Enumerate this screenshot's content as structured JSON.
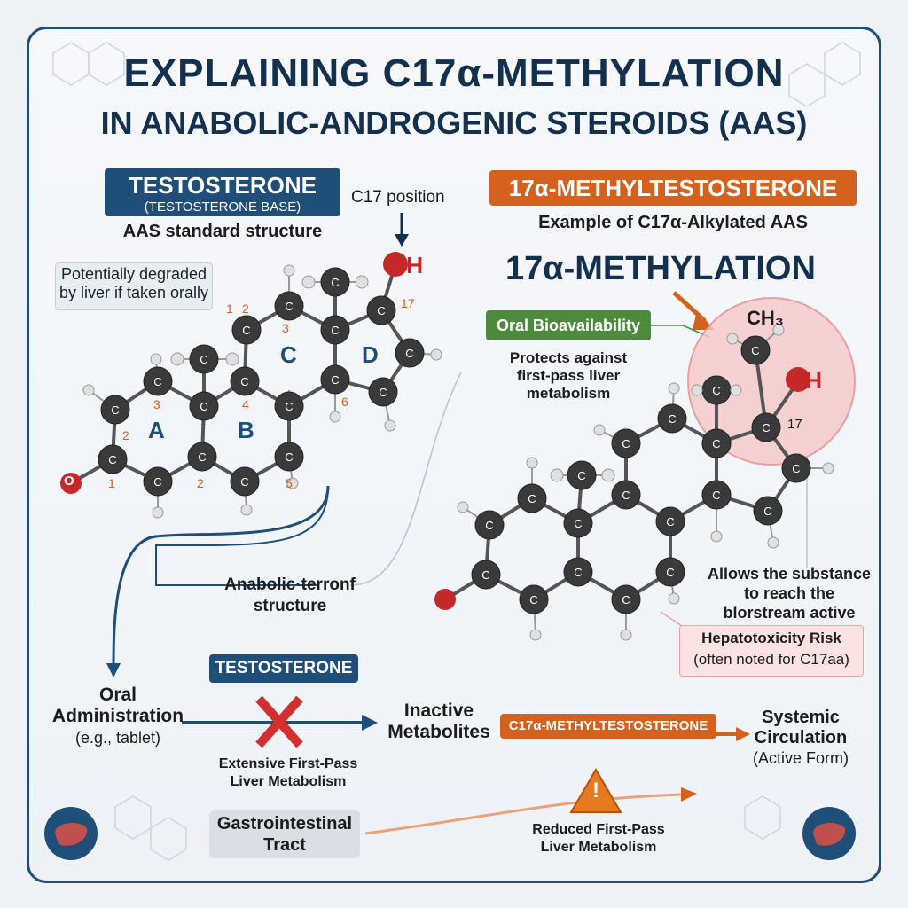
{
  "title": {
    "line1": "EXPLAINING C17α-METHYLATION",
    "line2": "IN ANABOLIC-ANDROGENIC STEROIDS (AAS)"
  },
  "left": {
    "name": "TESTOSTERONE",
    "name_sub": "(TESTOSTERONE BASE)",
    "caption": "AAS standard structure",
    "c17_label": "C17 position",
    "oh": "OH",
    "note_line1": "Potentially degraded",
    "note_line2": "by liver if taken orally",
    "rings": [
      "A",
      "B",
      "C",
      "D"
    ],
    "numbers": [
      "1",
      "2",
      "3",
      "4",
      "5",
      "6",
      "17",
      "1",
      "2",
      "2",
      "3"
    ],
    "o": "O"
  },
  "right": {
    "name": "17α-METHYLTESTOSTERONE",
    "caption": "Example of C17α-Alkylated AAS",
    "heading": "17α-METHYLATION",
    "oral_pill": "Oral Bioavailability",
    "protect_line1": "Protects against",
    "protect_line2": "first-pass liver",
    "protect_line3": "metabolism",
    "ch3": "CH₃",
    "oh": "OH",
    "num17": "17",
    "allows_line1": "Allows the substance",
    "allows_line2": "to reach the",
    "allows_line3": "blorstream active",
    "risk_line1": "Hepatotoxicity Risk",
    "risk_line2": "(often noted for C17aa)"
  },
  "middle": {
    "anabolic_line1": "Anabolic·terronf",
    "anabolic_line2": "structure"
  },
  "bottom": {
    "testosterone_pill": "TESTOSTERONE",
    "oral_line1": "Oral",
    "oral_line2": "Administration",
    "oral_line3": "(e.g., tablet)",
    "extensive_line1": "Extensive First-Pass",
    "extensive_line2": "Liver Metabolism",
    "inactive_line1": "Inactive",
    "inactive_line2": "Metabolites",
    "methyl_pill": "C17α-METHYLTESTOSTERONE",
    "systemic_line1": "Systemic",
    "systemic_line2": "Circulation",
    "systemic_line3": "(Active Form)",
    "gi_line1": "Gastrointestinal",
    "gi_line2": "Tract",
    "reduced_line1": "Reduced First-Pass",
    "reduced_line2": "Liver Metabolism",
    "warning_glyph": "!"
  },
  "colors": {
    "navy": "#1f4e79",
    "orange": "#d4611d",
    "green": "#4e8a3e",
    "red": "#d32f2f"
  }
}
